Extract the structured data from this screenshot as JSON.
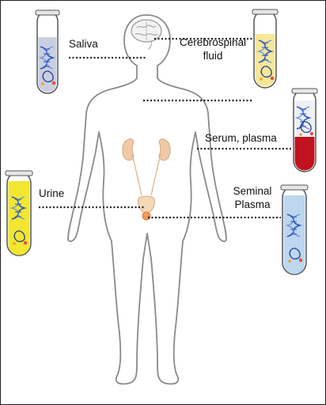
{
  "labels": {
    "saliva": "Saliva",
    "csf_line1": "Cerebrospinal",
    "csf_line2": "fluid",
    "serum": "Serum, plasma",
    "urine": "Urine",
    "seminal_line1": "Seminal",
    "seminal_line2": "Plasma"
  },
  "colors": {
    "outline": "#8a8a8a",
    "dotted_line": "#222222",
    "kidney": "#f0c9a6",
    "saliva_fill": "#c9cfe0",
    "csf_fill": "#f6e79a",
    "serum_fill": "#c1121f",
    "urine_fill": "#f2e630",
    "seminal_fill": "#bcd7ee",
    "dna": "#2a55b8"
  },
  "icons": [
    "brain-icon",
    "kidneys-icon",
    "bladder-icon",
    "test-tube-icon",
    "dna-helix-icon"
  ]
}
